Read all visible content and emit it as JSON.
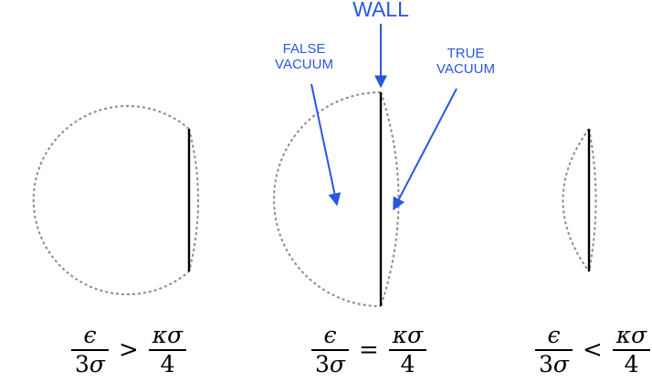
{
  "annotations": {
    "wall": "WALL",
    "false_vacuum": [
      "FALSE",
      "VACUUM"
    ],
    "true_vacuum": [
      "TRUE",
      "VACUUM"
    ]
  },
  "formulas": [
    {
      "num_left": "ϵ",
      "den_left_sym": "σ",
      "den_left_digit": "3",
      "operator": ">",
      "num_right": "κσ",
      "den_right": "4"
    },
    {
      "num_left": "ϵ",
      "den_left_sym": "σ",
      "den_left_digit": "3",
      "operator": "=",
      "num_right": "κσ",
      "den_right": "4"
    },
    {
      "num_left": "ϵ",
      "den_left_sym": "σ",
      "den_left_digit": "3",
      "operator": "<",
      "num_right": "κσ",
      "den_right": "4"
    }
  ],
  "colors": {
    "annotation": "#2b56e0",
    "dashed_outline": "#8a8a8a",
    "wall_line": "#000000"
  }
}
